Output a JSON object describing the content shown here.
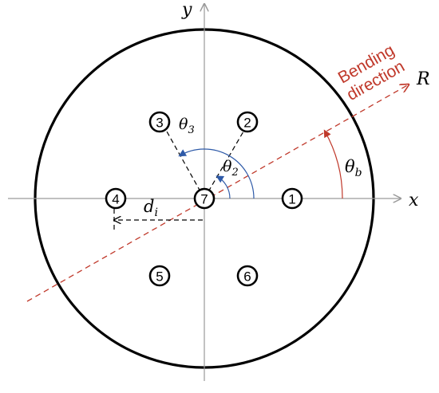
{
  "axes": {
    "x_label": "x",
    "y_label": "y",
    "r_label": "R"
  },
  "bending_direction": {
    "label_line1": "Bending",
    "label_line2": "direction",
    "color": "#c0392b"
  },
  "cores": [
    {
      "id": "1",
      "label": "1"
    },
    {
      "id": "2",
      "label": "2"
    },
    {
      "id": "3",
      "label": "3"
    },
    {
      "id": "4",
      "label": "4"
    },
    {
      "id": "5",
      "label": "5"
    },
    {
      "id": "6",
      "label": "6"
    },
    {
      "id": "7",
      "label": "7"
    }
  ],
  "angles": {
    "theta_main": "θ",
    "theta_2_sub": "2",
    "theta_3_sub": "3",
    "theta_b_sub": "b",
    "arc_color": "#2e5aa8"
  },
  "distance": {
    "d_main": "d",
    "d_sub": "i"
  }
}
